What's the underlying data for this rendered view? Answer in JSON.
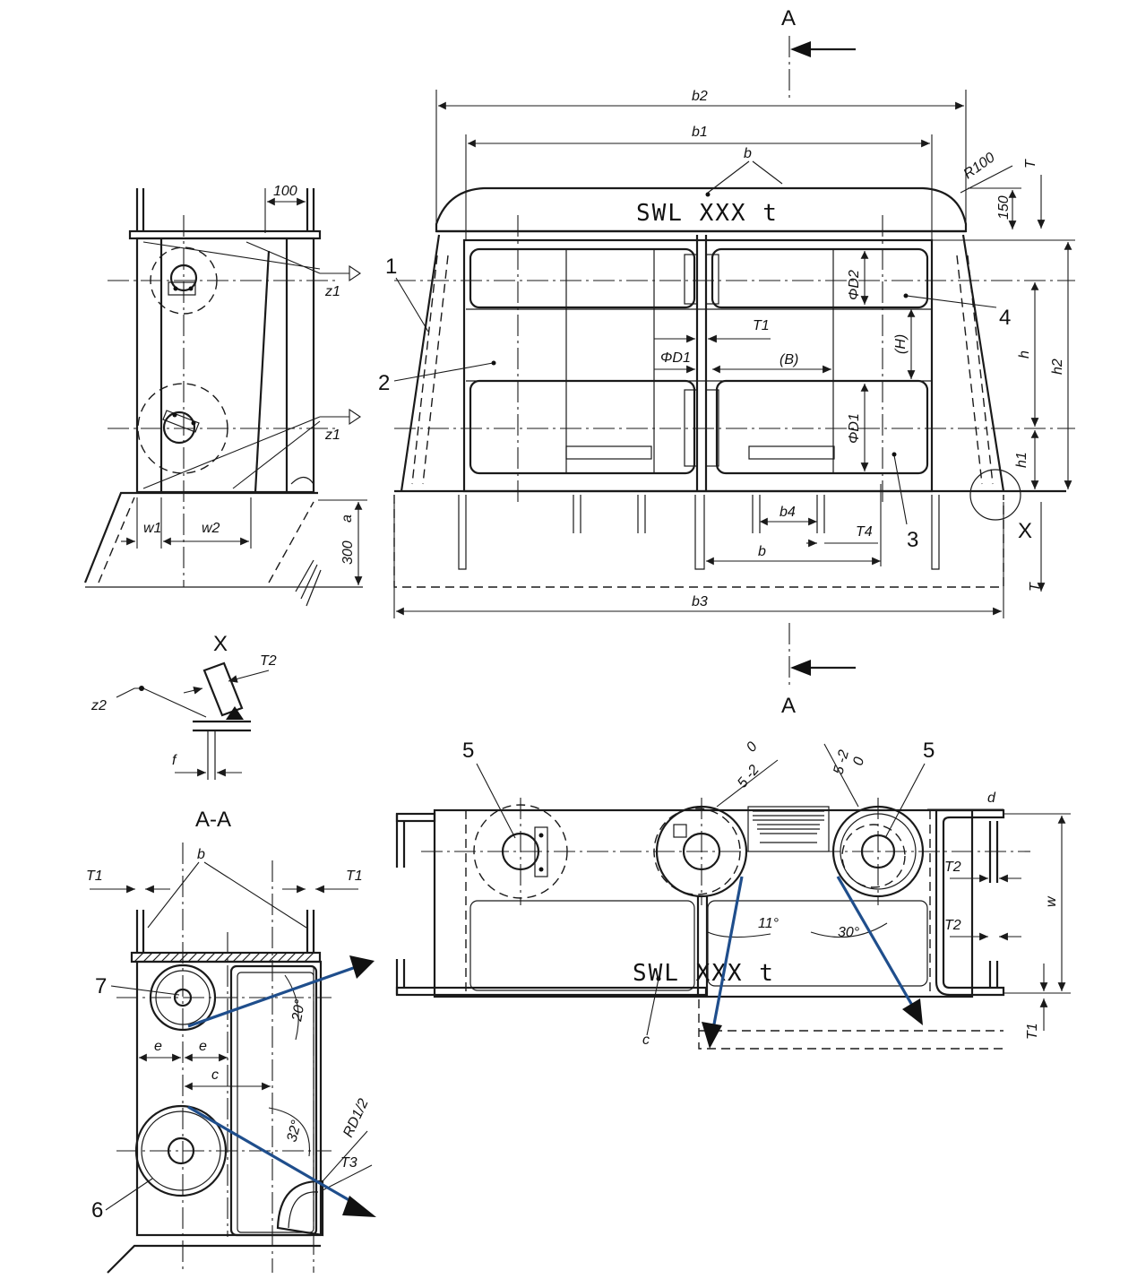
{
  "section_markers": {
    "top": "A",
    "bottom": "A"
  },
  "labels": {
    "swl_front": "SWL XXX t",
    "swl_plan": "SWL XXX t",
    "detail_x_title": "X",
    "detail_x_marker": "X",
    "section_title": "A-A",
    "dim_100": "100",
    "dim_300": "300",
    "note_a": "a",
    "note_b_front": "b",
    "note_b_section": "b",
    "note_c": "c",
    "note_d": "d",
    "r100": "R100",
    "dim_150": "150",
    "weld_z1_top": "z1",
    "weld_z1_bottom": "z1",
    "weld_z2": "z2"
  },
  "dimensions": {
    "b1": "b1",
    "b2": "b2",
    "b3": "b3",
    "b": "b",
    "b4": "b4",
    "T": "T",
    "T_bottom": "T",
    "T1": "T1",
    "T2": "T2",
    "T3": "T3",
    "T4": "T4",
    "D1": "ΦD1",
    "D1_right": "ΦD1",
    "D2": "ΦD2",
    "H": "(H)",
    "B": "(B)",
    "h": "h",
    "h1": "h1",
    "h2": "h2",
    "w": "w",
    "w1": "w1",
    "w2": "w2",
    "e_left": "e",
    "e_right": "e",
    "c": "c",
    "f": "f",
    "RD": "RD1/2",
    "angle_11": "11°",
    "angle_30": "30°",
    "angle_20": "20°",
    "angle_32": "32°",
    "tol_left": "5 -2",
    "tol_left_zero": "0",
    "tol_right": "5 -2",
    "tol_right_zero": "0",
    "plan_T1": "T1",
    "plan_T2_top": "T2",
    "plan_T2_bot": "T2",
    "sec_T1_left": "T1",
    "sec_T1_right": "T1"
  },
  "parts": [
    "1",
    "2",
    "3",
    "4",
    "5",
    "5",
    "6",
    "7"
  ],
  "colors": {
    "line": "#1a1a1a",
    "rope_arrow": "#1f4e8c"
  }
}
